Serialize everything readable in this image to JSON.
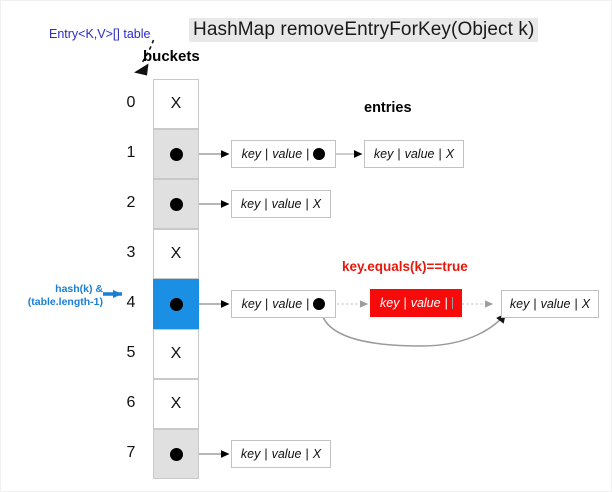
{
  "diagram": {
    "title": "HashMap removeEntryForKey(Object k)",
    "table_label": "Entry<K,V>[] table",
    "buckets_header": "buckets",
    "entries_header": "entries",
    "equals_annotation": "key.equals(k)==true",
    "hash_annotation": "hash(k) &\n(table.length-1)"
  },
  "colors": {
    "accent_blue": "#1a8fe3",
    "label_blue": "#2b2bc8",
    "hash_blue": "#1a7fd4",
    "target_red": "#f60a0a",
    "equals_red": "#e8180c",
    "filled_gray": "#e0e0e0",
    "border_gray": "#c9c9c9",
    "title_bg": "#e8e8e8"
  },
  "buckets": [
    {
      "index": "0",
      "state": "empty",
      "glyph": "X"
    },
    {
      "index": "1",
      "state": "filled",
      "glyph": "dot"
    },
    {
      "index": "2",
      "state": "filled",
      "glyph": "dot"
    },
    {
      "index": "3",
      "state": "empty",
      "glyph": "X"
    },
    {
      "index": "4",
      "state": "active",
      "glyph": "dot"
    },
    {
      "index": "5",
      "state": "empty",
      "glyph": "X"
    },
    {
      "index": "6",
      "state": "empty",
      "glyph": "X"
    },
    {
      "index": "7",
      "state": "filled",
      "glyph": "dot"
    }
  ],
  "entry_labels": {
    "key": "key",
    "value": "value",
    "separator": "|",
    "null_glyph": "X"
  },
  "chains": [
    {
      "bucket": "1",
      "entries": [
        {
          "id": "e1a",
          "key": "key",
          "value": "value",
          "next": "pointer",
          "highlight": "none"
        },
        {
          "id": "e1b",
          "key": "key",
          "value": "value",
          "next": "X",
          "highlight": "none"
        }
      ]
    },
    {
      "bucket": "2",
      "entries": [
        {
          "id": "e2a",
          "key": "key",
          "value": "value",
          "next": "X",
          "highlight": "none"
        }
      ]
    },
    {
      "bucket": "4",
      "entries": [
        {
          "id": "e4a",
          "key": "key",
          "value": "value",
          "next": "pointer",
          "highlight": "none"
        },
        {
          "id": "e4b",
          "key": "key",
          "value": "value",
          "next": "pointer",
          "highlight": "target"
        },
        {
          "id": "e4c",
          "key": "key",
          "value": "value",
          "next": "X",
          "highlight": "none"
        }
      ]
    },
    {
      "bucket": "7",
      "entries": [
        {
          "id": "e7a",
          "key": "key",
          "value": "value",
          "next": "X",
          "highlight": "none"
        }
      ]
    }
  ]
}
